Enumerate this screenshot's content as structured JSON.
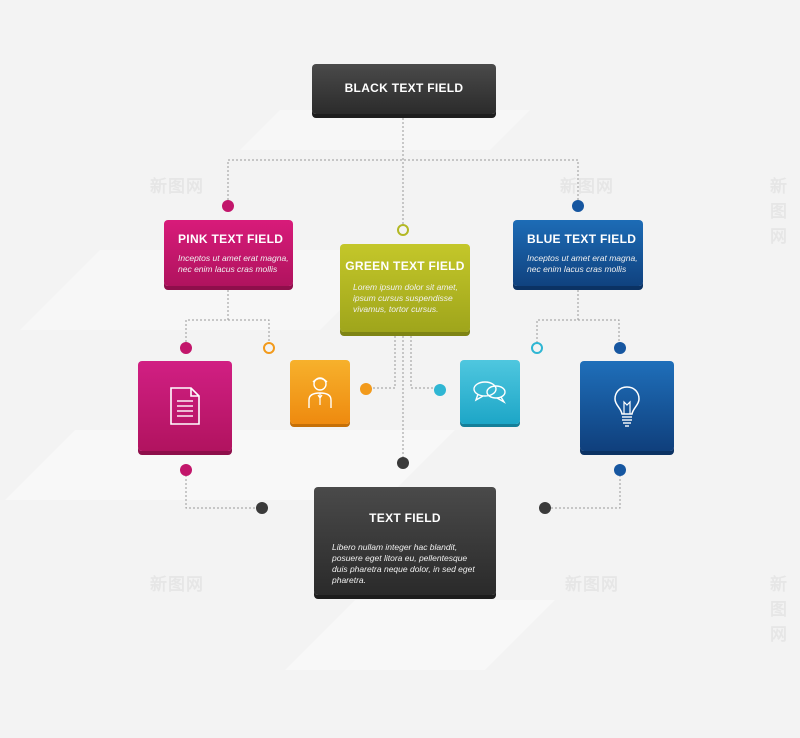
{
  "boxes": {
    "top": {
      "title": "BLACK TEXT FIELD"
    },
    "pink": {
      "title": "PINK TEXT FIELD",
      "body": "Inceptos ut amet erat magna, nec enim lacus cras mollis"
    },
    "green": {
      "title": "GREEN TEXT FIELD",
      "body": "Lorem ipsum dolor sit amet, ipsum cursus suspendisse vivamus, tortor cursus."
    },
    "blue": {
      "title": "BLUE TEXT FIELD",
      "body": "Inceptos ut amet erat magna, nec enim lacus cras mollis"
    },
    "bottom": {
      "title": "TEXT FIELD",
      "body": "Libero nullam integer hac blandit, posuere eget litora eu, pellentesque duis pharetra neque dolor, in sed eget pharetra."
    }
  },
  "icons": {
    "pink_tile": "document-icon",
    "orange_tile": "person-icon",
    "cyan_tile": "chat-bubbles-icon",
    "blue_tile": "lightbulb-icon"
  },
  "colors": {
    "pink": "#c2166b",
    "green": "#b3b825",
    "blue": "#1656a0",
    "orange": "#f29a1b",
    "cyan": "#2fb6d3",
    "black": "#3a3a3a"
  },
  "watermark": "新图网"
}
